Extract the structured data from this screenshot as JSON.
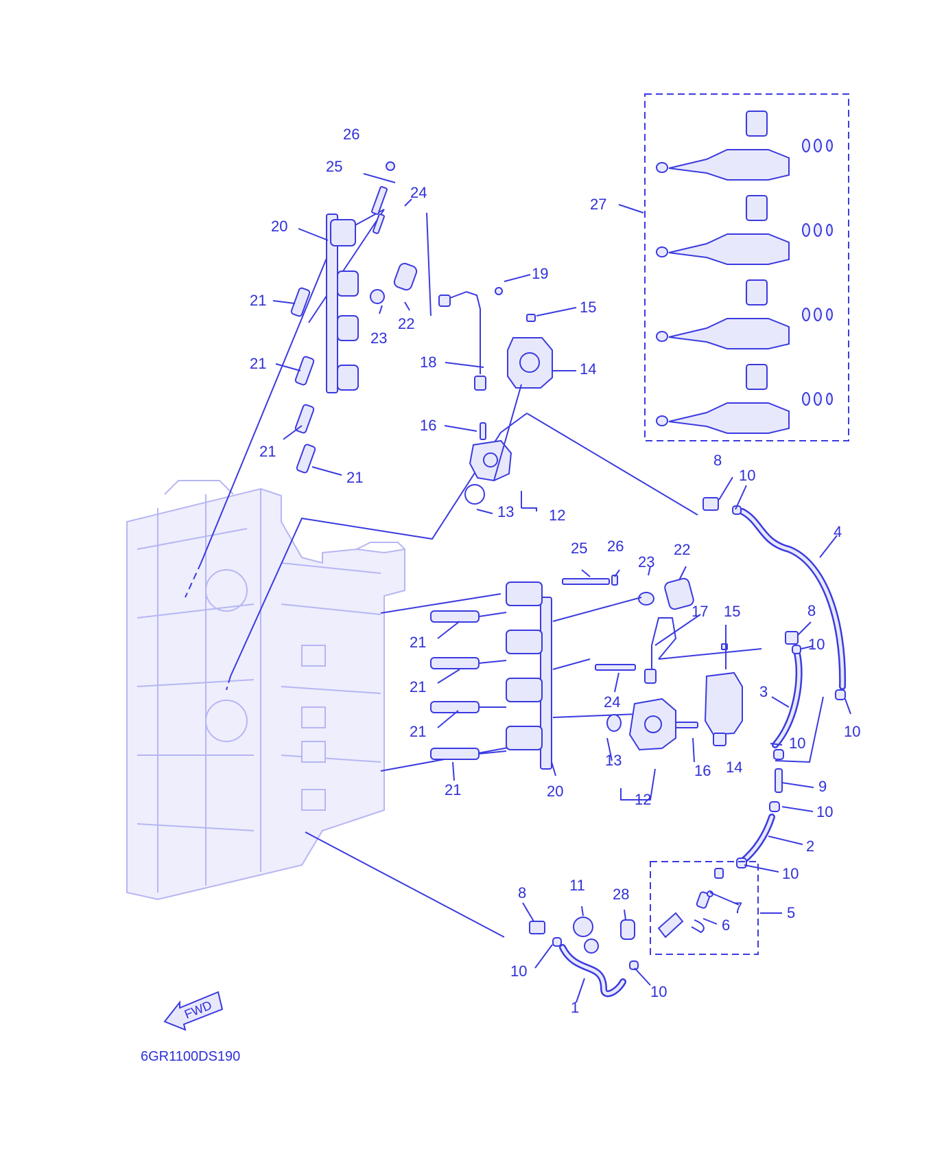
{
  "diagram": {
    "code": "6GR1100DS190",
    "fwd": "FWD",
    "callouts": [
      {
        "id": "c26a",
        "text": "26"
      },
      {
        "id": "c25a",
        "text": "25"
      },
      {
        "id": "c24a",
        "text": "24"
      },
      {
        "id": "c20a",
        "text": "20"
      },
      {
        "id": "c21a",
        "text": "21"
      },
      {
        "id": "c23a",
        "text": "23"
      },
      {
        "id": "c22a",
        "text": "22"
      },
      {
        "id": "c19a",
        "text": "19"
      },
      {
        "id": "c15a",
        "text": "15"
      },
      {
        "id": "c18a",
        "text": "18"
      },
      {
        "id": "c14a",
        "text": "14"
      },
      {
        "id": "c21b",
        "text": "21"
      },
      {
        "id": "c21c",
        "text": "21"
      },
      {
        "id": "c21d",
        "text": "21"
      },
      {
        "id": "c16a",
        "text": "16"
      },
      {
        "id": "c13a",
        "text": "13"
      },
      {
        "id": "c12a",
        "text": "12"
      },
      {
        "id": "c27",
        "text": "27"
      },
      {
        "id": "c8a",
        "text": "8"
      },
      {
        "id": "c10a",
        "text": "10"
      },
      {
        "id": "c4",
        "text": "4"
      },
      {
        "id": "c25b",
        "text": "25"
      },
      {
        "id": "c26b",
        "text": "26"
      },
      {
        "id": "c23b",
        "text": "23"
      },
      {
        "id": "c22b",
        "text": "22"
      },
      {
        "id": "c17",
        "text": "17"
      },
      {
        "id": "c15b",
        "text": "15"
      },
      {
        "id": "c8b",
        "text": "8"
      },
      {
        "id": "c10b",
        "text": "10"
      },
      {
        "id": "c21e",
        "text": "21"
      },
      {
        "id": "c21f",
        "text": "21"
      },
      {
        "id": "c24b",
        "text": "24"
      },
      {
        "id": "c3",
        "text": "3"
      },
      {
        "id": "c21g",
        "text": "21"
      },
      {
        "id": "c10c",
        "text": "10"
      },
      {
        "id": "c10d",
        "text": "10"
      },
      {
        "id": "c13b",
        "text": "13"
      },
      {
        "id": "c16b",
        "text": "16"
      },
      {
        "id": "c14b",
        "text": "14"
      },
      {
        "id": "c21h",
        "text": "21"
      },
      {
        "id": "c20b",
        "text": "20"
      },
      {
        "id": "c9",
        "text": "9"
      },
      {
        "id": "c12b",
        "text": "12"
      },
      {
        "id": "c10e",
        "text": "10"
      },
      {
        "id": "c2",
        "text": "2"
      },
      {
        "id": "c10f",
        "text": "10"
      },
      {
        "id": "c8c",
        "text": "8"
      },
      {
        "id": "c11",
        "text": "11"
      },
      {
        "id": "c28",
        "text": "28"
      },
      {
        "id": "c7",
        "text": "7"
      },
      {
        "id": "c5",
        "text": "5"
      },
      {
        "id": "c6",
        "text": "6"
      },
      {
        "id": "c10g",
        "text": "10"
      },
      {
        "id": "c10h",
        "text": "10"
      },
      {
        "id": "c1",
        "text": "1"
      }
    ]
  }
}
